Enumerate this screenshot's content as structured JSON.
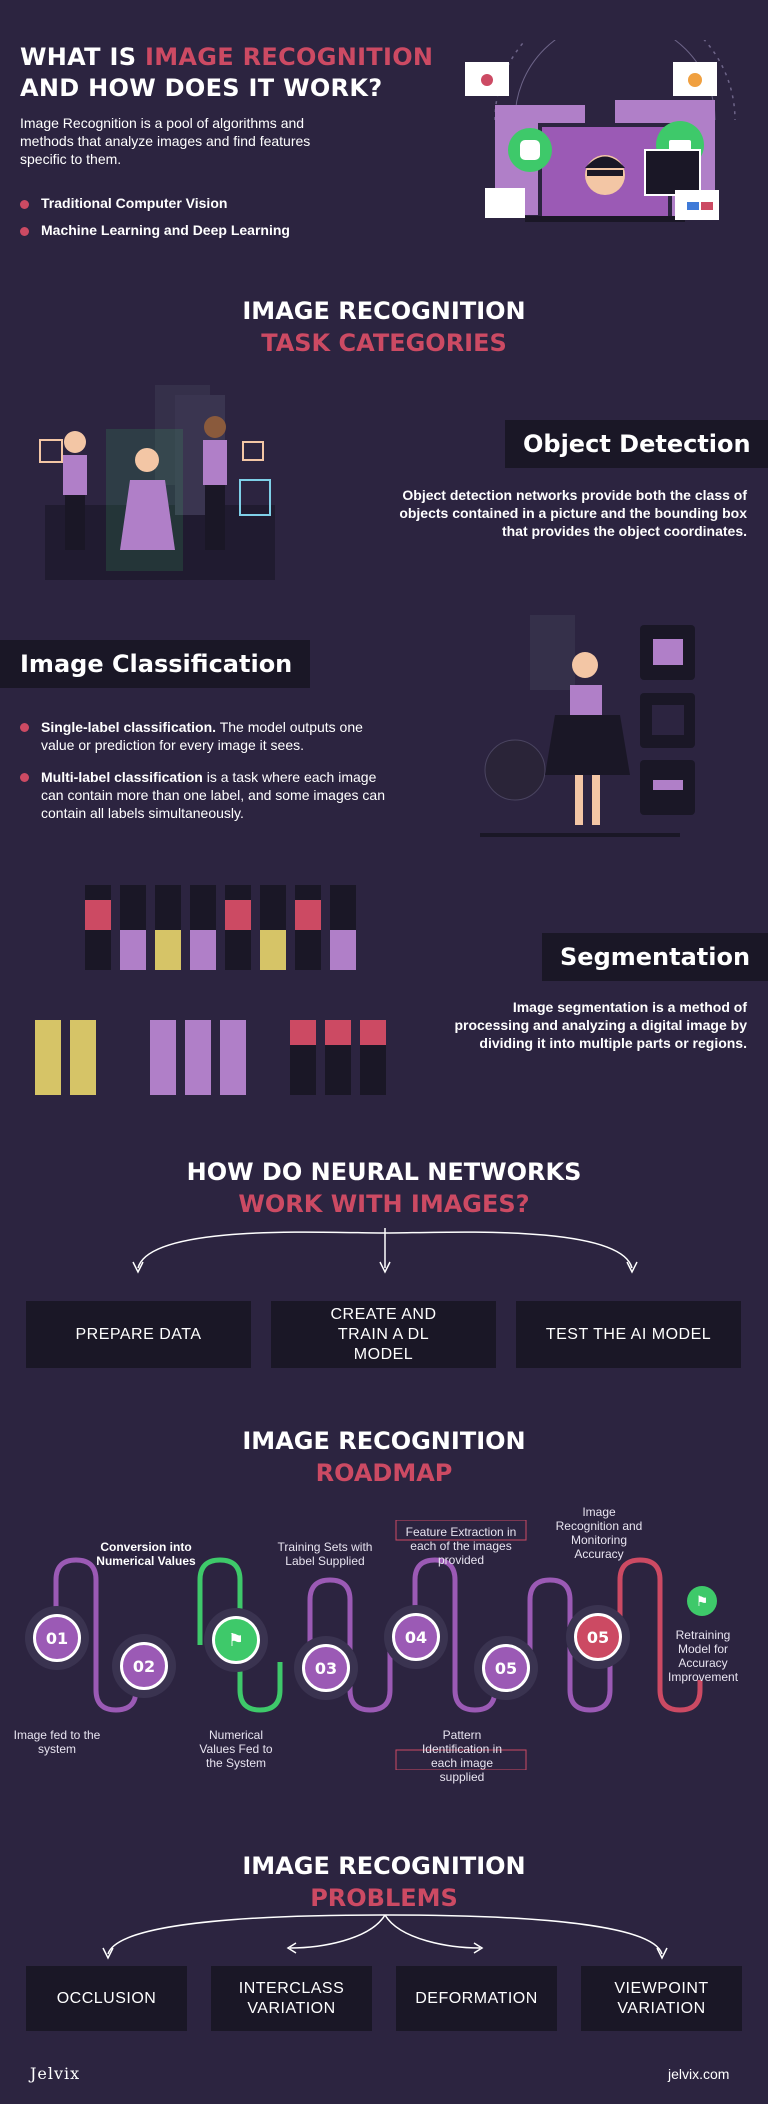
{
  "header": {
    "title_line1_a": "WHAT IS ",
    "title_line1_b": "IMAGE RECOGNITION",
    "title_line2": "AND HOW DOES IT WORK?",
    "description": "Image Recognition is a pool of algorithms and methods that analyze images and find features specific to them.",
    "bullets": [
      "Traditional Computer Vision",
      "Machine Learning and Deep Learning"
    ]
  },
  "tasks": {
    "title": "IMAGE RECOGNITION",
    "subtitle": "TASK CATEGORIES"
  },
  "object_detection": {
    "label": "Object Detection",
    "text": "Object detection networks provide both the class of objects contained in a picture and the bounding box that provides the object coordinates."
  },
  "image_classification": {
    "label": "Image Classification",
    "items": [
      {
        "bold": "Single-label classification.",
        "text": " The model outputs one value or prediction for every image it sees."
      },
      {
        "bold": "Multi-label classification",
        "text": " is a task where each image can contain more than one label, and some images can contain all labels simultaneously."
      }
    ]
  },
  "segmentation": {
    "label": "Segmentation",
    "text": "Image segmentation is a method of processing and analyzing a digital image by dividing it into multiple parts or regions."
  },
  "neural": {
    "title": "HOW DO NEURAL NETWORKS",
    "subtitle": "WORK WITH IMAGES?",
    "steps": [
      "PREPARE DATA",
      "CREATE AND TRAIN A DL MODEL",
      "TEST THE AI MODEL"
    ]
  },
  "roadmap": {
    "title": "IMAGE RECOGNITION",
    "subtitle": "ROADMAP",
    "nodes": [
      "01",
      "02",
      "03",
      "04",
      "05",
      "05"
    ],
    "labels": {
      "conversion": "Conversion into Numerical Values",
      "training_sets": "Training Sets with Label Supplied",
      "feature_extraction": "Feature Extraction in each of the images provided",
      "monitoring": "Image Recognition and Monitoring Accuracy",
      "retraining": "Retraining Model for Accuracy Improvement",
      "image_fed": "Image fed to the system",
      "numerical_fed": "Numerical Values Fed to the System",
      "pattern": "Pattern Identification in each image supplied"
    },
    "colors": {
      "purple": "#9b5ab5",
      "green": "#3ec96a",
      "red": "#cc4a63"
    }
  },
  "problems": {
    "title": "IMAGE RECOGNITION",
    "subtitle": "PROBLEMS",
    "items": [
      "OCCLUSION",
      "INTERCLASS VARIATION",
      "DEFORMATION",
      "VIEWPOINT VARIATION"
    ]
  },
  "footer": {
    "brand": "Jelvix",
    "url": "jelvix.com"
  }
}
